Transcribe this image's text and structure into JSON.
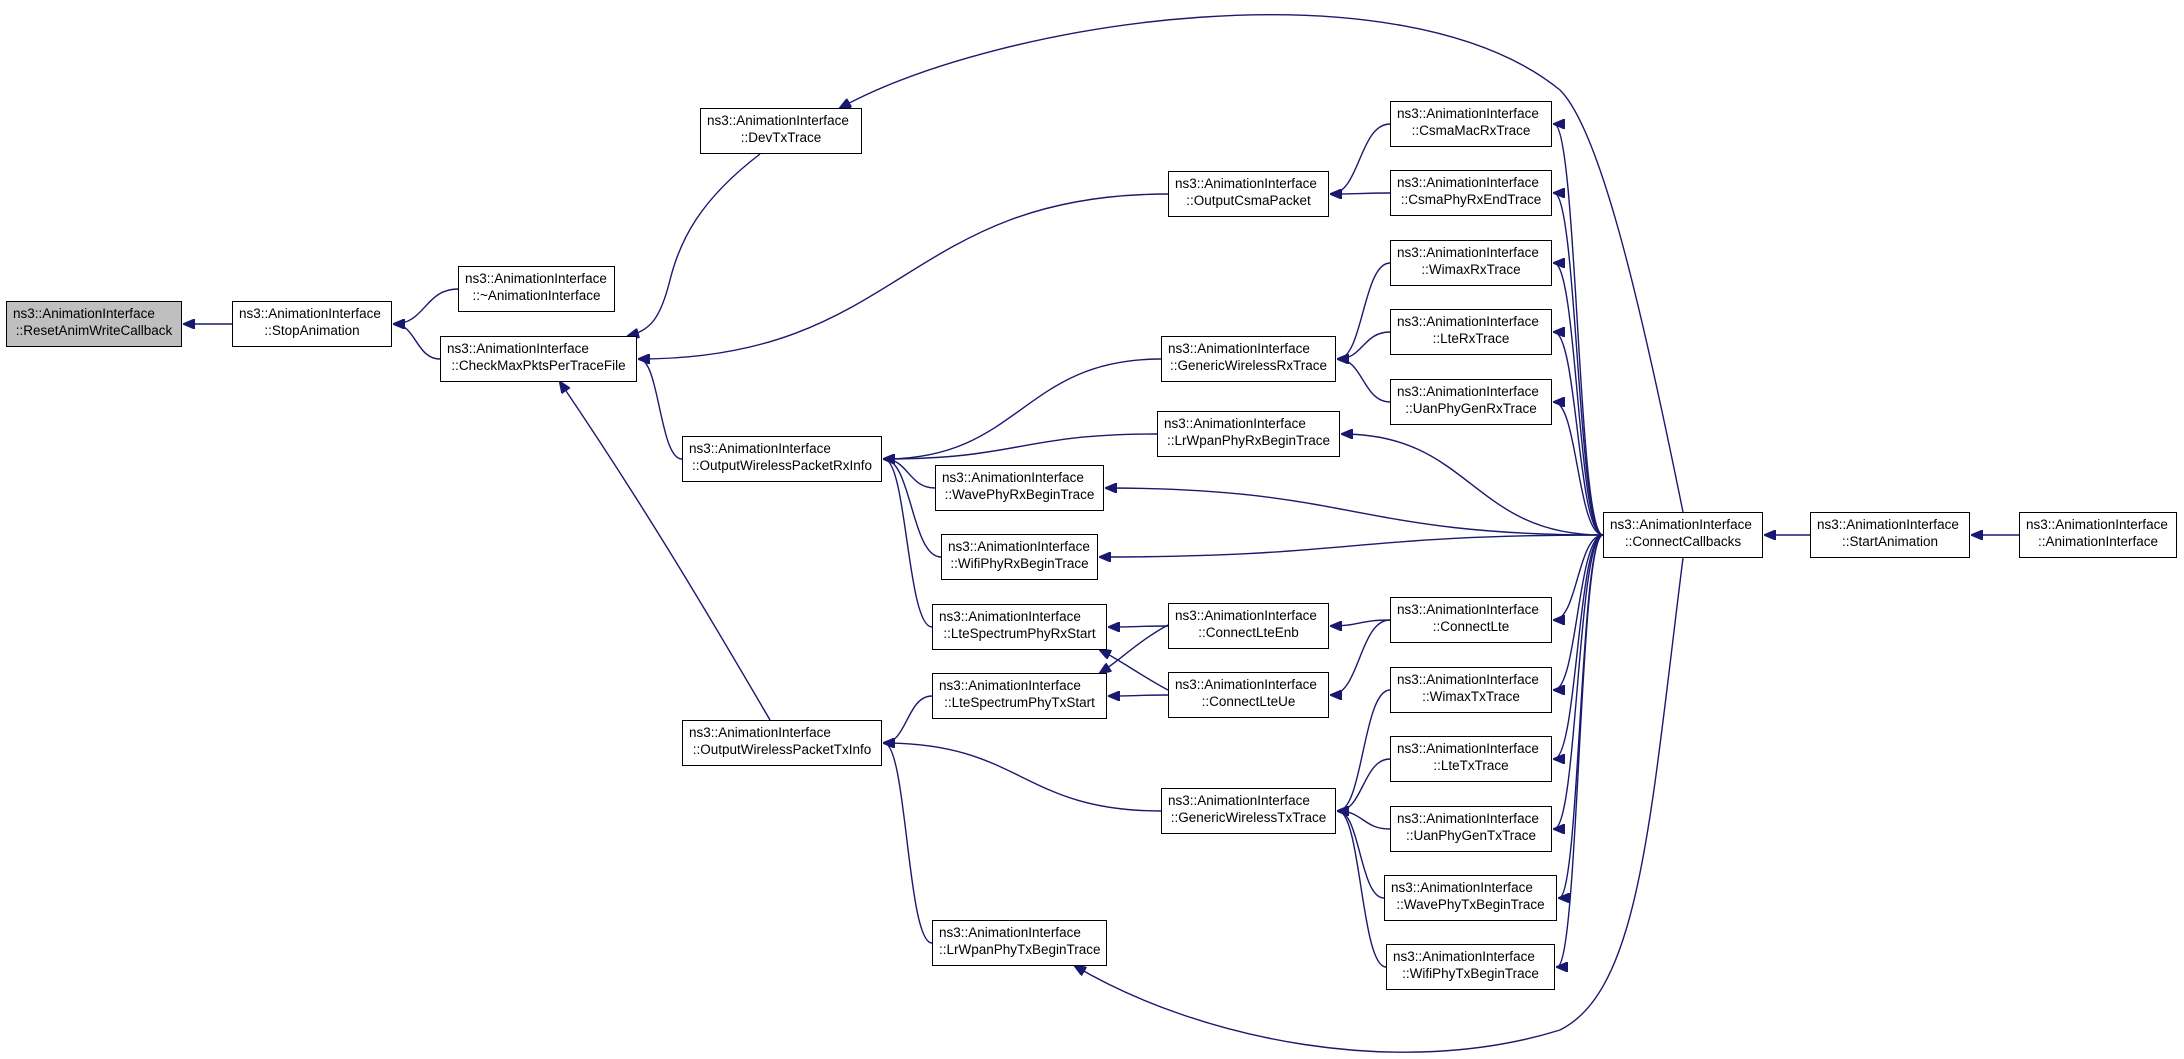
{
  "graph": {
    "edge_color": "#191970",
    "root_fill": "#bfbfbf",
    "nodes": [
      {
        "id": "reset",
        "l1": "ns3::AnimationInterface",
        "l2": "::ResetAnimWriteCallback",
        "root": true
      },
      {
        "id": "stop",
        "l1": "ns3::AnimationInterface",
        "l2": "::StopAnimation"
      },
      {
        "id": "dtor",
        "l1": "ns3::AnimationInterface",
        "l2": "::~AnimationInterface"
      },
      {
        "id": "checkmax",
        "l1": "ns3::AnimationInterface",
        "l2": "::CheckMaxPktsPerTraceFile"
      },
      {
        "id": "devtx",
        "l1": "ns3::AnimationInterface",
        "l2": "::DevTxTrace"
      },
      {
        "id": "owrx",
        "l1": "ns3::AnimationInterface",
        "l2": "::OutputWirelessPacketRxInfo"
      },
      {
        "id": "owtx",
        "l1": "ns3::AnimationInterface",
        "l2": "::OutputWirelessPacketTxInfo"
      },
      {
        "id": "waverx",
        "l1": "ns3::AnimationInterface",
        "l2": "::WavePhyRxBeginTrace"
      },
      {
        "id": "wifirx",
        "l1": "ns3::AnimationInterface",
        "l2": "::WifiPhyRxBeginTrace"
      },
      {
        "id": "ltespecrx",
        "l1": "ns3::AnimationInterface",
        "l2": "::LteSpectrumPhyRxStart"
      },
      {
        "id": "ltespectx",
        "l1": "ns3::AnimationInterface",
        "l2": "::LteSpectrumPhyTxStart"
      },
      {
        "id": "lrwpantx",
        "l1": "ns3::AnimationInterface",
        "l2": "::LrWpanPhyTxBeginTrace"
      },
      {
        "id": "csmapkt",
        "l1": "ns3::AnimationInterface",
        "l2": "::OutputCsmaPacket"
      },
      {
        "id": "genrx",
        "l1": "ns3::AnimationInterface",
        "l2": "::GenericWirelessRxTrace"
      },
      {
        "id": "lrwpanrx",
        "l1": "ns3::AnimationInterface",
        "l2": "::LrWpanPhyRxBeginTrace"
      },
      {
        "id": "ltenb",
        "l1": "ns3::AnimationInterface",
        "l2": "::ConnectLteEnb"
      },
      {
        "id": "lteue",
        "l1": "ns3::AnimationInterface",
        "l2": "::ConnectLteUe"
      },
      {
        "id": "gentx",
        "l1": "ns3::AnimationInterface",
        "l2": "::GenericWirelessTxTrace"
      },
      {
        "id": "csmamac",
        "l1": "ns3::AnimationInterface",
        "l2": "::CsmaMacRxTrace"
      },
      {
        "id": "csmaphy",
        "l1": "ns3::AnimationInterface",
        "l2": "::CsmaPhyRxEndTrace"
      },
      {
        "id": "wimaxrx",
        "l1": "ns3::AnimationInterface",
        "l2": "::WimaxRxTrace"
      },
      {
        "id": "lterx",
        "l1": "ns3::AnimationInterface",
        "l2": "::LteRxTrace"
      },
      {
        "id": "uanrx",
        "l1": "ns3::AnimationInterface",
        "l2": "::UanPhyGenRxTrace"
      },
      {
        "id": "connectlte",
        "l1": "ns3::AnimationInterface",
        "l2": "::ConnectLte"
      },
      {
        "id": "wimaxtx",
        "l1": "ns3::AnimationInterface",
        "l2": "::WimaxTxTrace"
      },
      {
        "id": "ltetx",
        "l1": "ns3::AnimationInterface",
        "l2": "::LteTxTrace"
      },
      {
        "id": "uantx",
        "l1": "ns3::AnimationInterface",
        "l2": "::UanPhyGenTxTrace"
      },
      {
        "id": "wavetx",
        "l1": "ns3::AnimationInterface",
        "l2": "::WavePhyTxBeginTrace"
      },
      {
        "id": "wifitx",
        "l1": "ns3::AnimationInterface",
        "l2": "::WifiPhyTxBeginTrace"
      },
      {
        "id": "connectcb",
        "l1": "ns3::AnimationInterface",
        "l2": "::ConnectCallbacks"
      },
      {
        "id": "start",
        "l1": "ns3::AnimationInterface",
        "l2": "::StartAnimation"
      },
      {
        "id": "ctor",
        "l1": "ns3::AnimationInterface",
        "l2": "::AnimationInterface"
      }
    ],
    "edges": [
      [
        "stop",
        "reset"
      ],
      [
        "dtor",
        "stop"
      ],
      [
        "checkmax",
        "stop"
      ],
      [
        "devtx",
        "checkmax"
      ],
      [
        "csmapkt",
        "checkmax"
      ],
      [
        "owrx",
        "checkmax"
      ],
      [
        "owtx",
        "checkmax"
      ],
      [
        "connectcb",
        "devtx"
      ],
      [
        "csmamac",
        "csmapkt"
      ],
      [
        "csmaphy",
        "csmapkt"
      ],
      [
        "genrx",
        "owrx"
      ],
      [
        "lrwpanrx",
        "owrx"
      ],
      [
        "waverx",
        "owrx"
      ],
      [
        "wifirx",
        "owrx"
      ],
      [
        "ltespecrx",
        "owrx"
      ],
      [
        "ltespectx",
        "owtx"
      ],
      [
        "gentx",
        "owtx"
      ],
      [
        "lrwpantx",
        "owtx"
      ],
      [
        "wimaxrx",
        "genrx"
      ],
      [
        "lterx",
        "genrx"
      ],
      [
        "uanrx",
        "genrx"
      ],
      [
        "connectcb",
        "lrwpanrx"
      ],
      [
        "connectcb",
        "waverx"
      ],
      [
        "connectcb",
        "wifirx"
      ],
      [
        "ltenb",
        "ltespecrx"
      ],
      [
        "lteue",
        "ltespecrx"
      ],
      [
        "ltenb",
        "ltespectx"
      ],
      [
        "lteue",
        "ltespectx"
      ],
      [
        "connectlte",
        "ltenb"
      ],
      [
        "connectlte",
        "lteue"
      ],
      [
        "wimaxtx",
        "gentx"
      ],
      [
        "ltetx",
        "gentx"
      ],
      [
        "uantx",
        "gentx"
      ],
      [
        "wavetx",
        "gentx"
      ],
      [
        "wifitx",
        "gentx"
      ],
      [
        "connectcb",
        "lrwpantx"
      ],
      [
        "connectcb",
        "csmamac"
      ],
      [
        "connectcb",
        "csmaphy"
      ],
      [
        "connectcb",
        "wimaxrx"
      ],
      [
        "connectcb",
        "lterx"
      ],
      [
        "connectcb",
        "uanrx"
      ],
      [
        "connectcb",
        "connectlte"
      ],
      [
        "connectcb",
        "wimaxtx"
      ],
      [
        "connectcb",
        "ltetx"
      ],
      [
        "connectcb",
        "uantx"
      ],
      [
        "connectcb",
        "wavetx"
      ],
      [
        "connectcb",
        "wifitx"
      ],
      [
        "start",
        "connectcb"
      ],
      [
        "ctor",
        "start"
      ]
    ]
  }
}
